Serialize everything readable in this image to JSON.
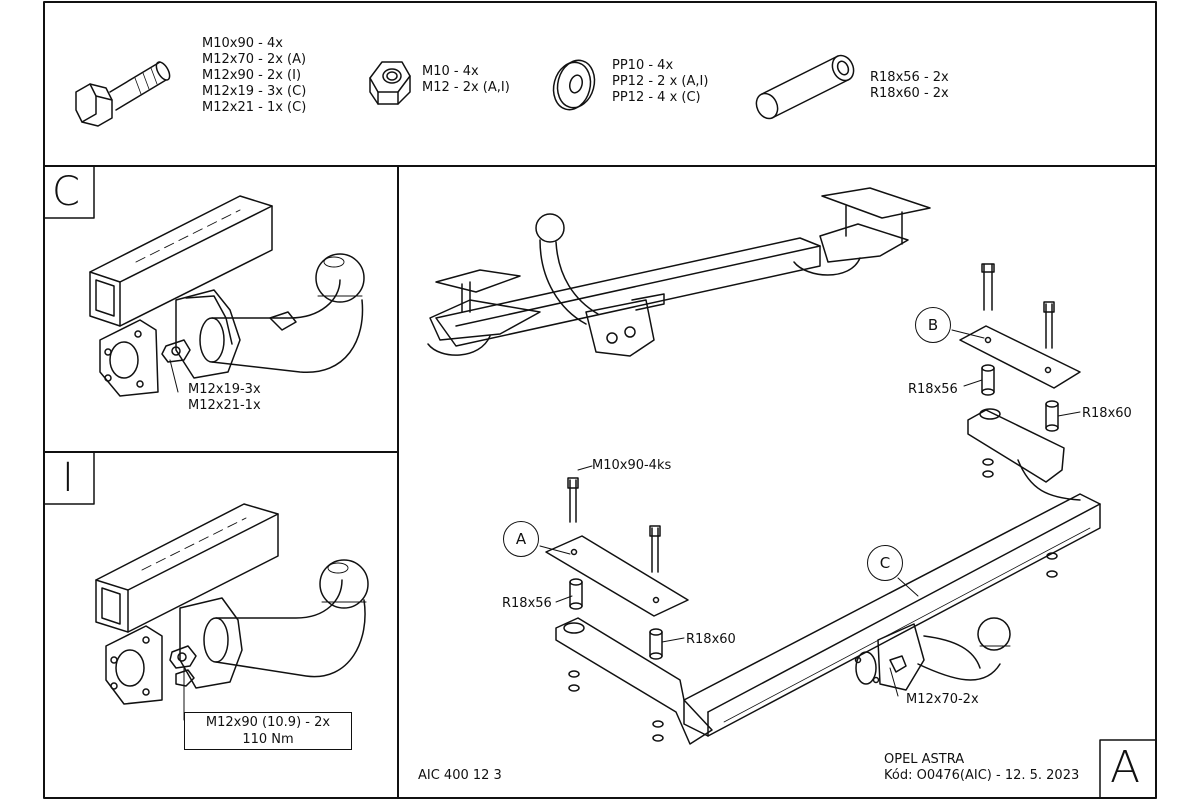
{
  "parts": {
    "bolts": [
      "M10x90 - 4x",
      "M12x70 - 2x (A)",
      "M12x90 - 2x (I)",
      "M12x19 - 3x (C)",
      "M12x21 - 1x (C)"
    ],
    "nuts": [
      "M10 - 4x",
      "M12 - 2x (A,I)"
    ],
    "washers": [
      "PP10 - 4x",
      "PP12 - 2 x (A,I)",
      "PP12 - 4 x (C)"
    ],
    "spacers": [
      "R18x56 - 2x",
      "R18x60 - 2x"
    ]
  },
  "panel_c": {
    "letter": "C",
    "callout": [
      "M12x19-3x",
      "M12x21-1x"
    ]
  },
  "panel_i": {
    "letter": "I",
    "callout": [
      "M12x90 (10.9) - 2x",
      "110 Nm"
    ]
  },
  "panel_a": {
    "letter": "A",
    "callout_b": "B",
    "callout_a": "A",
    "callout_c": "C",
    "labels": {
      "bolt_m10": "M10x90-4ks",
      "spacer_56_right": "R18x56",
      "spacer_60_right": "R18x60",
      "spacer_56_left": "R18x56",
      "spacer_60_left": "R18x60",
      "bolt_m12": "M12x70-2x"
    }
  },
  "footer": {
    "code": "AIC 400 12 3",
    "vehicle": "OPEL ASTRA",
    "doc": "Kód: O0476(AIC) - 12. 5. 2023"
  }
}
